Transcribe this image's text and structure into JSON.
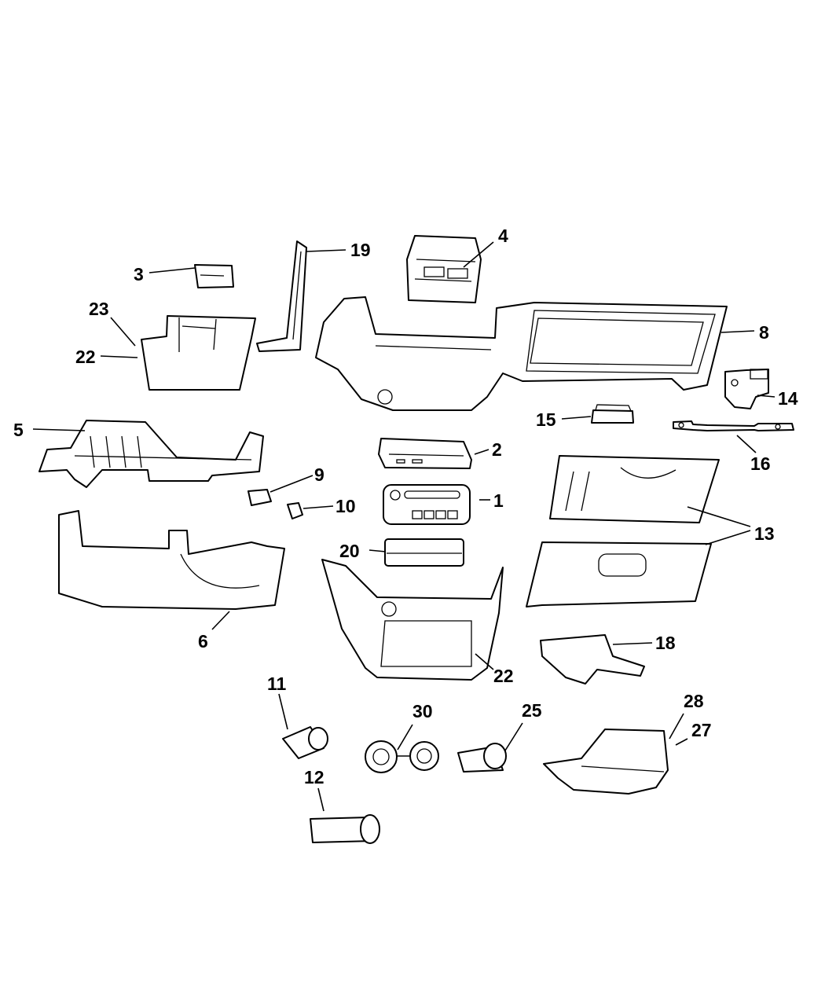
{
  "diagram": {
    "type": "exploded parts diagram",
    "subject": "instrument panel / center console components",
    "callouts": [
      {
        "id": "c1",
        "label": "1"
      },
      {
        "id": "c2",
        "label": "2"
      },
      {
        "id": "c3",
        "label": "3"
      },
      {
        "id": "c4",
        "label": "4"
      },
      {
        "id": "c5",
        "label": "5"
      },
      {
        "id": "c6",
        "label": "6"
      },
      {
        "id": "c8",
        "label": "8"
      },
      {
        "id": "c9",
        "label": "9"
      },
      {
        "id": "c10",
        "label": "10"
      },
      {
        "id": "c11",
        "label": "11"
      },
      {
        "id": "c12",
        "label": "12"
      },
      {
        "id": "c13",
        "label": "13"
      },
      {
        "id": "c14",
        "label": "14"
      },
      {
        "id": "c15",
        "label": "15"
      },
      {
        "id": "c16",
        "label": "16"
      },
      {
        "id": "c18",
        "label": "18"
      },
      {
        "id": "c19",
        "label": "19"
      },
      {
        "id": "c20",
        "label": "20"
      },
      {
        "id": "c22a",
        "label": "22"
      },
      {
        "id": "c22b",
        "label": "22"
      },
      {
        "id": "c23",
        "label": "23"
      },
      {
        "id": "c25",
        "label": "25"
      },
      {
        "id": "c27",
        "label": "27"
      },
      {
        "id": "c28",
        "label": "28"
      },
      {
        "id": "c30",
        "label": "30"
      }
    ]
  }
}
